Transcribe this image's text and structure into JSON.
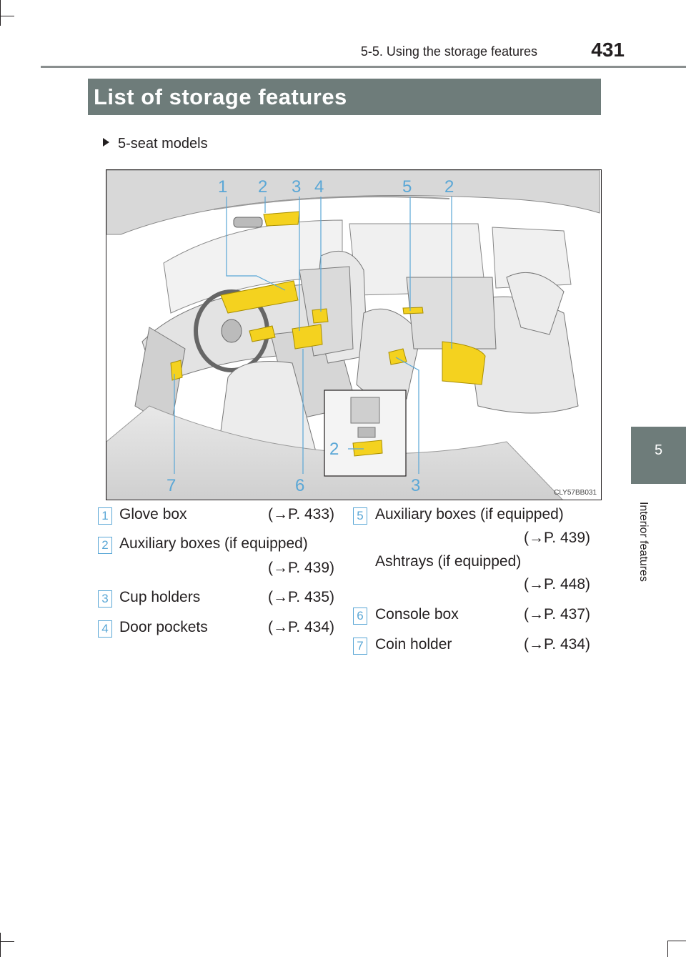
{
  "header": {
    "section": "5-5. Using the storage features",
    "page_number": "431"
  },
  "chapter_tab": {
    "number": "5",
    "title": "Interior features"
  },
  "title": "List of storage features",
  "subheading": "5-seat models",
  "figure": {
    "code": "CLY57BB031",
    "callouts": [
      "1",
      "2",
      "3",
      "4",
      "5",
      "2",
      "7",
      "6",
      "3",
      "2"
    ],
    "highlight_color": "#f4d21f",
    "callout_color": "#5aa7d6"
  },
  "legend": [
    {
      "num": "1",
      "label": "Glove box",
      "ref": "(→P. 433)"
    },
    {
      "num": "2",
      "label": "Auxiliary boxes (if equipped)",
      "ref": "(→P. 439)"
    },
    {
      "num": "3",
      "label": "Cup holders",
      "ref": "(→P. 435)"
    },
    {
      "num": "4",
      "label": "Door pockets",
      "ref": "(→P. 434)"
    },
    {
      "num": "5",
      "label": "Auxiliary boxes (if equipped)",
      "ref": "(→P. 439)",
      "label2": "Ashtrays (if equipped)",
      "ref2": "(→P. 448)"
    },
    {
      "num": "6",
      "label": "Console box",
      "ref": "(→P. 437)"
    },
    {
      "num": "7",
      "label": "Coin holder",
      "ref": "(→P. 434)"
    }
  ]
}
